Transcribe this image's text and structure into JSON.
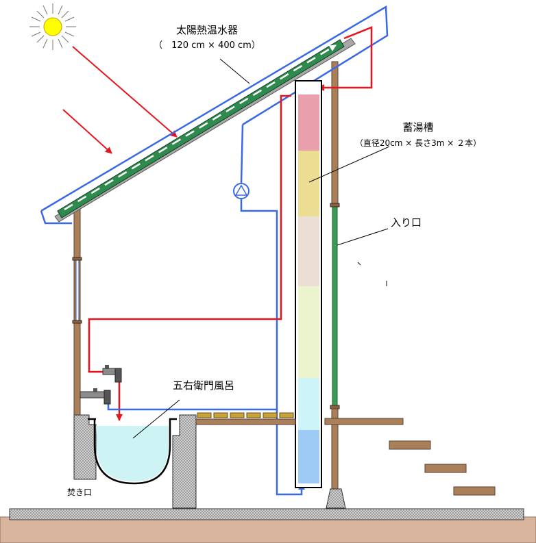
{
  "labels": {
    "collector_title": "太陽熱温水器",
    "collector_size": "（　120 cm × 400 cm）",
    "tank_title": "蓄湯槽",
    "tank_size": "（直径20cm × 長さ3m × ２本）",
    "inlet": "入り口",
    "bath": "五右衛門風呂",
    "firebox": "焚き口"
  },
  "colors": {
    "hot_pipe": "#e8131b",
    "cold_pipe": "#3a68e6",
    "collector_panel": "#2f8a4e",
    "wood": "#a9805a",
    "water": "#cdf3f5",
    "sun": "#ffff00",
    "ground": "#d9b59d"
  },
  "icons": {
    "sun": "sun-icon",
    "pump": "pump-icon",
    "faucet": "faucet-icon"
  }
}
